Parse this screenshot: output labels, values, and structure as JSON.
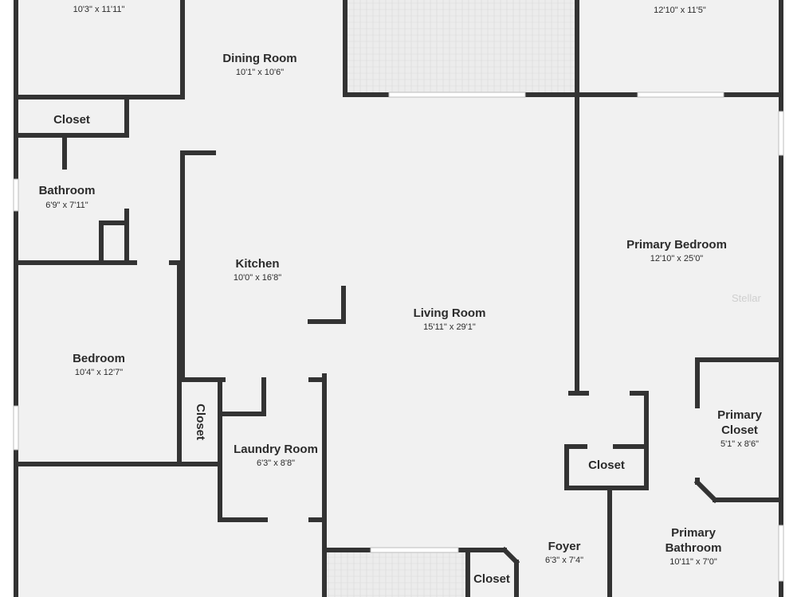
{
  "colors": {
    "floor": "#f1f1f1",
    "wall": "#333333",
    "window": "#bdbdbd",
    "text": "#2b2b2b",
    "tile": "#ececec"
  },
  "rooms": {
    "top_left": {
      "name": "",
      "dims": "10'3\" x 11'11\""
    },
    "top_right": {
      "name": "",
      "dims": "12'10\" x 11'5\""
    },
    "dining": {
      "name": "Dining Room",
      "dims": "10'1\" x 10'6\""
    },
    "closet_top": {
      "name": "Closet"
    },
    "bathroom": {
      "name": "Bathroom",
      "dims": "6'9\" x 7'11\""
    },
    "kitchen": {
      "name": "Kitchen",
      "dims": "10'0\" x 16'8\""
    },
    "primary_bedroom": {
      "name": "Primary Bedroom",
      "dims": "12'10\" x 25'0\""
    },
    "living": {
      "name": "Living Room",
      "dims": "15'11\" x 29'1\""
    },
    "bedroom": {
      "name": "Bedroom",
      "dims": "10'4\" x 12'7\""
    },
    "closet_side": {
      "name": "Closet"
    },
    "laundry": {
      "name": "Laundry Room",
      "dims": "6'3\" x 8'8\""
    },
    "primary_closet": {
      "name_line1": "Primary",
      "name_line2": "Closet",
      "dims": "5'1\" x 8'6\""
    },
    "closet_center": {
      "name": "Closet"
    },
    "foyer": {
      "name": "Foyer",
      "dims": "6'3\" x 7'4\""
    },
    "primary_bathroom": {
      "name_line1": "Primary",
      "name_line2": "Bathroom",
      "dims": "10'11\" x 7'0\""
    },
    "closet_bottom": {
      "name": "Closet"
    }
  },
  "watermark": "Stellar"
}
